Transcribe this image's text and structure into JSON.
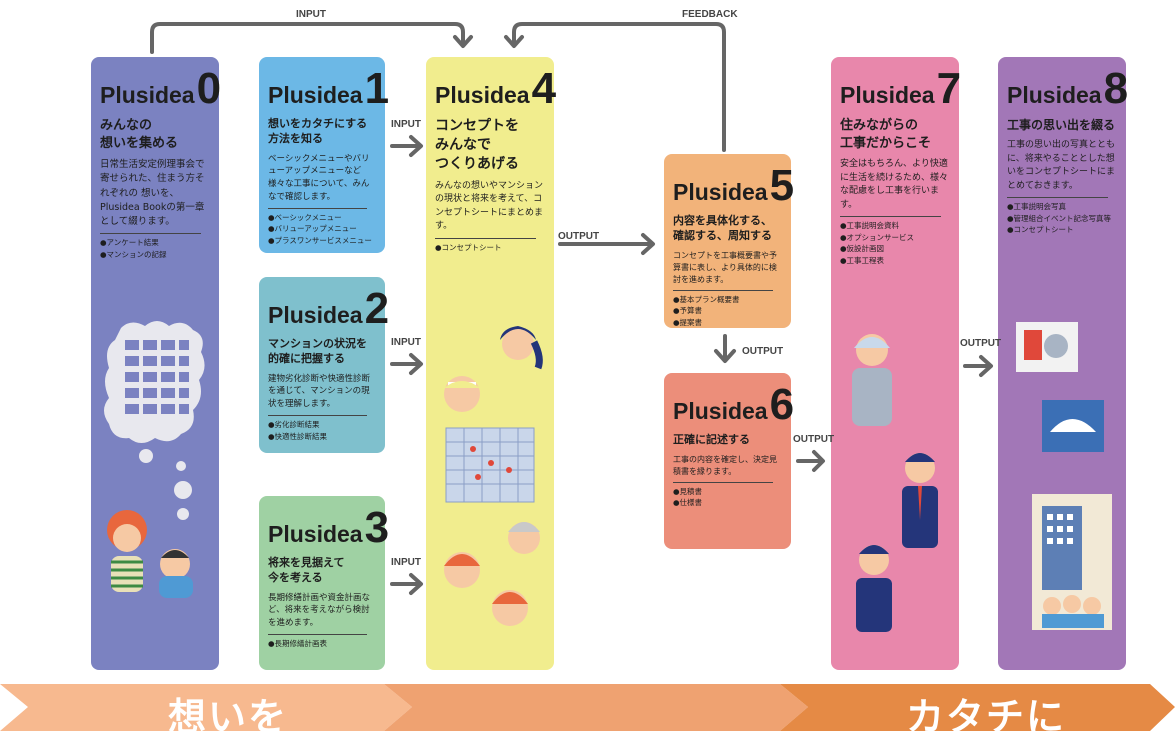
{
  "brand_word": "Plusidea",
  "cards": [
    {
      "num": "0",
      "title": "みんなの\n想いを集める",
      "body": "日常生活安定例理事会で寄せられた、住まう方それぞれの 想いを、Plusidea Bookの第一章として綴ります。",
      "items": [
        "●アンケート結果",
        "●マンションの記録"
      ]
    },
    {
      "num": "1",
      "title": "想いをカタチにする\n方法を知る",
      "body": "ベーシックメニューやバリューアップメニューなど様々な工事について、みんなで確認します。",
      "items": [
        "●ベーシックメニュー",
        "●バリューアップメニュー",
        "●プラスワンサービスメニュー"
      ]
    },
    {
      "num": "2",
      "title": "マンションの状況を\n的確に把握する",
      "body": "建物劣化診断や快適性診断を通じて、マンションの現状を理解します。",
      "items": [
        "●劣化診断結果",
        "●快適性診断結果"
      ]
    },
    {
      "num": "3",
      "title": "将来を見据えて\n今を考える",
      "body": "長期修繕計画や資金計画など、将来を考えながら検討を進めます。",
      "items": [
        "●長期修繕計画表"
      ]
    },
    {
      "num": "4",
      "title": "コンセプトを\nみんなで\nつくりあげる",
      "body": "みんなの想いやマンションの現状と将来を考えて、コンセプトシートにまとめます。",
      "items": [
        "●コンセプトシート"
      ]
    },
    {
      "num": "5",
      "title": "内容を具体化する、\n確認する、周知する",
      "body": "コンセプトを工事概要書や予算書に表し、より具体的に検討を進めます。",
      "items": [
        "●基本プラン概要書",
        "●予算書",
        "●提案書"
      ]
    },
    {
      "num": "6",
      "title": "正確に記述する",
      "body": "工事の内容を確定し、決定見積書を縁ります。",
      "items": [
        "●見積書",
        "●仕様書"
      ]
    },
    {
      "num": "7",
      "title": "住みながらの\n工事だからこそ",
      "body": "安全はもちろん、より快適に生活を続けるため、様々な配慮をし工事を行います。",
      "items": [
        "●工事説明会資料",
        "●オプションサービス",
        "●仮設計画図",
        "●工事工程表"
      ]
    },
    {
      "num": "8",
      "title": "工事の思い出を綴る",
      "body": "工事の思い出の写真とともに、将来やることとした想いをコンセプトシートにまとめておきます。",
      "items": [
        "●工事説明会写真",
        "●管理組合イベント記念写真等",
        "●コンセプトシート"
      ]
    }
  ],
  "labels": {
    "input_top": "INPUT",
    "feedback": "FEEDBACK",
    "input1": "INPUT",
    "input2": "INPUT",
    "input3": "INPUT",
    "output4": "OUTPUT",
    "output5": "OUTPUT",
    "output6": "OUTPUT",
    "output7": "OUTPUT"
  },
  "banner": {
    "left": "想いを",
    "right": "カタチに"
  },
  "colors": {
    "c0": "#7b82c1",
    "c1": "#6cb8e6",
    "c2": "#7fc0cd",
    "c3": "#9fd1a3",
    "c4": "#f1ed8e",
    "c5": "#f2b37a",
    "c6": "#ec8e7a",
    "c7": "#e887ab",
    "c8": "#a277b7",
    "arrow": "#666666",
    "banner_light": "#f7b98f",
    "banner_mid": "#efa271",
    "banner_dark": "#e58a45"
  }
}
